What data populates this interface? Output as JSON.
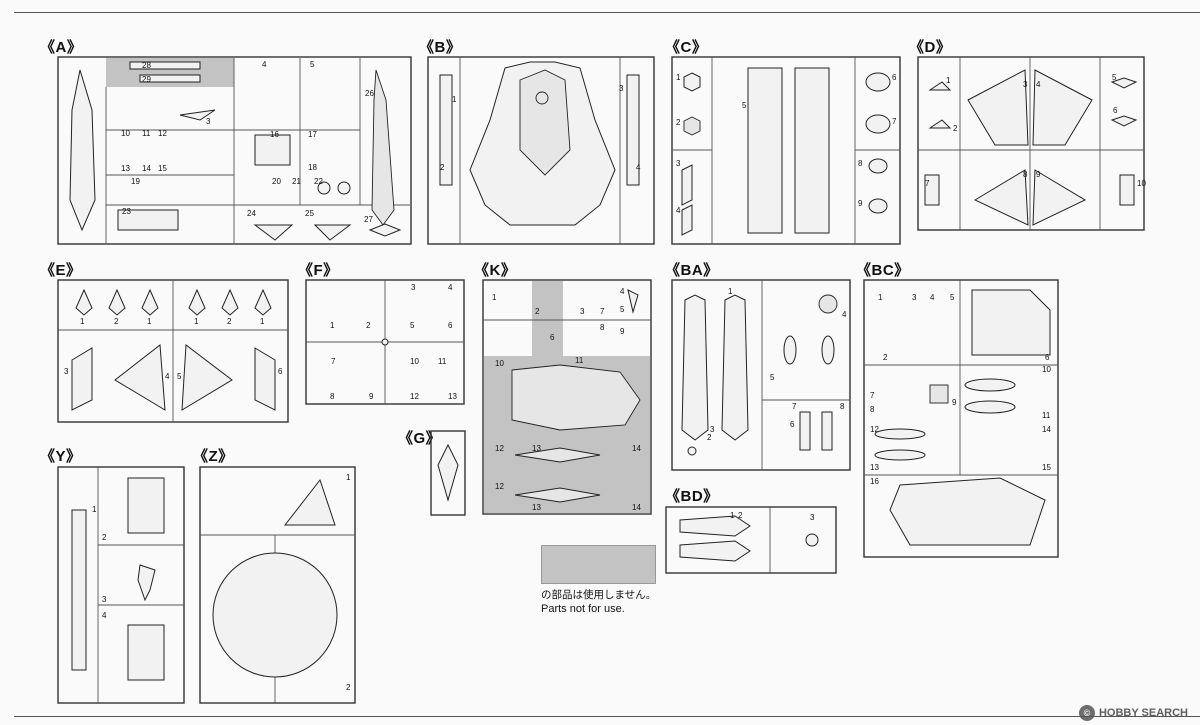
{
  "runners": {
    "A": "《A》",
    "B": "《B》",
    "C": "《C》",
    "D": "《D》",
    "E": "《E》",
    "F": "《F》",
    "K": "《K》",
    "BA": "《BA》",
    "BC": "《BC》",
    "G": "《G》",
    "BD": "《BD》",
    "Y": "《Y》",
    "Z": "《Z》"
  },
  "legend": {
    "japanese": "の部品は使用しません。",
    "english": "Parts not for use.",
    "swatch_color": "#c3c3c3"
  },
  "watermark": {
    "logo_icon": "copyright-icon",
    "text": "HOBBY SEARCH"
  }
}
